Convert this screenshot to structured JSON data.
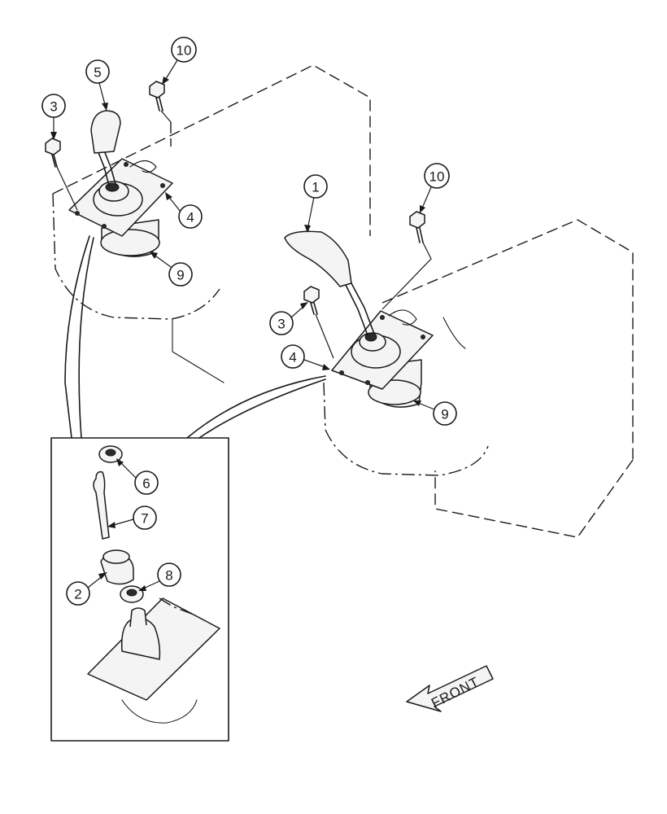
{
  "diagram": {
    "callouts": {
      "c1": "1",
      "c2": "2",
      "c3_left": "3",
      "c3_right": "3",
      "c4_left": "4",
      "c4_right": "4",
      "c5": "5",
      "c6": "6",
      "c7": "7",
      "c8": "8",
      "c9_left": "9",
      "c9_right": "9",
      "c10_left": "10",
      "c10_right": "10"
    },
    "front_label": "FRONT"
  }
}
